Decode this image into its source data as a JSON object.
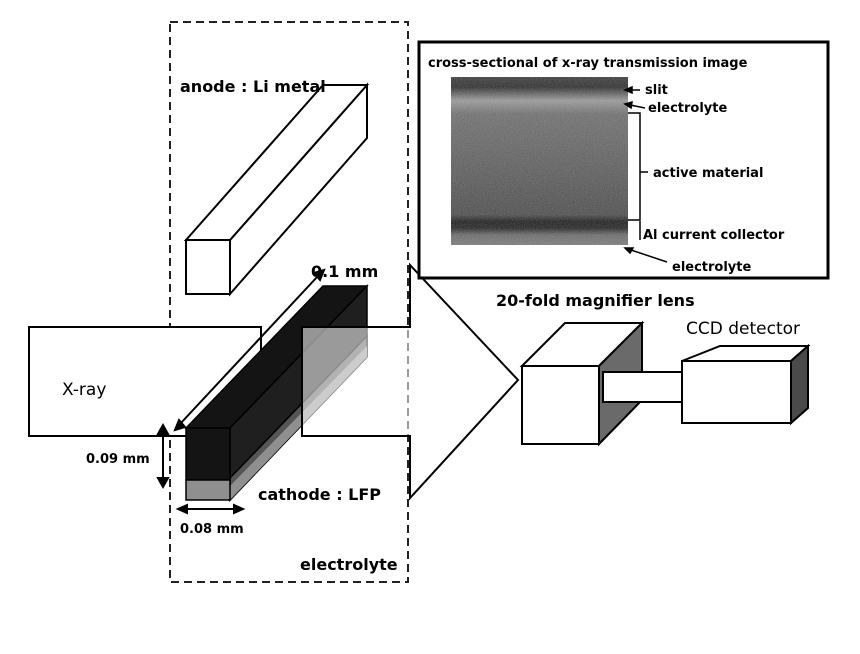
{
  "labels": {
    "anode": "anode : Li metal",
    "xray": "X-ray",
    "thickness_01": "0.1 mm",
    "thickness_009": "0.09 mm",
    "width_008": "0.08 mm",
    "cathode": "cathode : LFP",
    "electrolyte_bottom": "electrolyte",
    "lens": "20-fold magnifier lens",
    "ccd": "CCD detector"
  },
  "inset": {
    "title": "cross-sectional of x-ray transmission image",
    "slit": "slit",
    "electrolyte_top": "electrolyte",
    "active_material": "active material",
    "al_collector": "Al current collector",
    "electrolyte_bottom": "electrolyte"
  },
  "colors": {
    "background": "#ffffff",
    "line": "#000000",
    "cathode_dark": "#141414",
    "cathode_mid": "#4d4d4d",
    "cathode_light": "#8f8f8f"
  }
}
